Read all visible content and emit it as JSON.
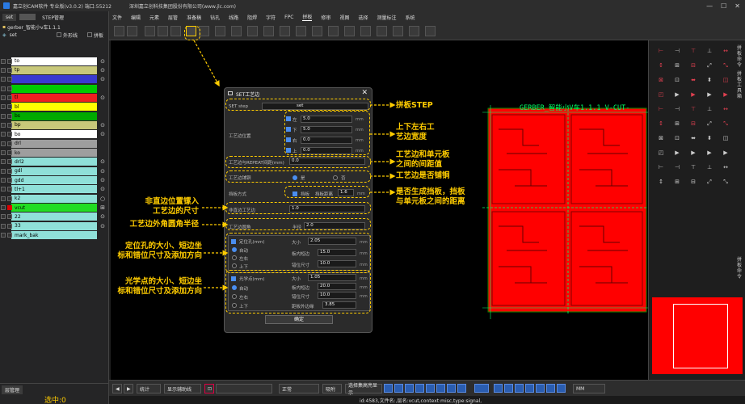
{
  "app": {
    "title": "嘉立创CAM软件 专业版(v3.0.2) 端口:55212",
    "company": "深圳嘉立创科技集团股份有限公司(www.jlc.com)"
  },
  "menu": [
    "文件",
    "编辑",
    "元素",
    "层管",
    "准备稿",
    "钻孔",
    "线路",
    "阻焊",
    "字符",
    "FPC",
    "拼板",
    "修审",
    "视图",
    "选择",
    "测量标注",
    "系统"
  ],
  "left": {
    "tab_set": "set",
    "tab_step": "STEP管理",
    "job": "gerber_智能小v车1.1.1",
    "set_label": "set",
    "outline": "外形线",
    "panel": "拼板",
    "layers": [
      {
        "name": "to",
        "bg": "#ffffff",
        "icon": "⊙"
      },
      {
        "name": "tp",
        "bg": "#c8c87a",
        "icon": "⊙"
      },
      {
        "name": "",
        "bg": "#3a3ad0",
        "icon": "⊙"
      },
      {
        "name": "",
        "bg": "#00cc00",
        "icon": ""
      },
      {
        "name": "tl",
        "bg": "#ee2020",
        "icon": "⊙"
      },
      {
        "name": "bl",
        "bg": "#ffff00",
        "icon": ""
      },
      {
        "name": "bs",
        "bg": "#00aa00",
        "icon": ""
      },
      {
        "name": "bp",
        "bg": "#c8c87a",
        "icon": "⊙"
      },
      {
        "name": "bo",
        "bg": "#ffffff",
        "icon": "⊙"
      },
      {
        "name": "drl",
        "bg": "#9e9e9e",
        "icon": ""
      },
      {
        "name": "ko",
        "bg": "#9e9e9e",
        "icon": ""
      },
      {
        "name": "drl2",
        "bg": "#8fe0d8",
        "icon": "⊙"
      },
      {
        "name": "gdl",
        "bg": "#8fe0d8",
        "icon": "⊙"
      },
      {
        "name": "gdd",
        "bg": "#8fe0d8",
        "icon": "⊙"
      },
      {
        "name": "tl+1",
        "bg": "#8fe0d8",
        "icon": "⊙"
      },
      {
        "name": "k2",
        "bg": "#8fe0d8",
        "icon": "○"
      },
      {
        "name": "vcut",
        "bg": "#22dd22",
        "icon": "⊞"
      },
      {
        "name": "22",
        "bg": "#8fe0d8",
        "icon": "⊙"
      },
      {
        "name": "33",
        "bg": "#8fe0d8",
        "icon": "⊙"
      },
      {
        "name": "mark_bak",
        "bg": "#8fe0d8",
        "icon": ""
      }
    ],
    "bottom_tab": "层管理",
    "selected": "选中:0"
  },
  "dialog": {
    "title": "SET工艺边",
    "set_step_label": "SET step",
    "set_step_value": "set",
    "edge_pos_label": "工艺边位置",
    "edges": [
      {
        "label": "左",
        "value": "5.0"
      },
      {
        "label": "下",
        "value": "5.0"
      },
      {
        "label": "右",
        "value": "0.0"
      },
      {
        "label": "上",
        "value": "0.0"
      }
    ],
    "unit": "mm",
    "repeat_label": "工艺边与REPEAT间距(mm)",
    "repeat_value": "0.0",
    "copper_label": "工艺边铺铜",
    "copper_yes": "是",
    "copper_no": "否",
    "baffle_label": "挡板方式",
    "baffle_opt": "挡板",
    "baffle_dist_label": "挡板距离",
    "baffle_dist_value": "1.6",
    "nonstraight_label": "非直边工艺边",
    "nonstraight_value": "1.0",
    "fillet_label": "工艺边圆角",
    "fillet_sub": "半径",
    "fillet_value": "2.0",
    "loc": {
      "title": "定位孔(mm)",
      "size_label": "大小",
      "size": "2.05",
      "opts": [
        "自动",
        "左右",
        "上下"
      ],
      "short_label": "板内短边",
      "short": "15.0",
      "offset_label": "错位尺寸",
      "offset": "10.0"
    },
    "opt": {
      "title": "光学点(mm)",
      "size_label": "大小",
      "size": "1.05",
      "opts": [
        "自动",
        "左右",
        "上下"
      ],
      "short_label": "板内短边",
      "short": "20.0",
      "offset_label": "错位尺寸",
      "offset": "10.0",
      "edge_label": "距板外边缘",
      "edge": "3.85"
    },
    "ok": "确定"
  },
  "annotations": {
    "a1": "拼板STEP",
    "a2": "上下左右工\n艺边宽度",
    "a3": "工艺边和单元板\n之间的间距值",
    "a4": "工艺边是否铺铜",
    "a5": "是否生成挡板，挡板\n与单元板之间的距离",
    "a6": "非直边位置镙入\n工艺边的尺寸",
    "a7": "工艺边外角圆角半径",
    "a8": "定位孔的大小、短边坐\n标和错位尺寸及添加方向",
    "a9": "光学点的大小、短边坐\n标和错位尺寸及添加方向"
  },
  "pcb_title": "GERBER_智能小V车1.1.1  V-CUT-",
  "rightpanel_side": [
    "拼板命令",
    "拼板工具箱",
    "拼板命令"
  ],
  "bottom": {
    "combo1": "统计",
    "btn1": "显示辅助线",
    "combo2": "正常",
    "btn2": "吸附",
    "btn3": "选择集高亮显示",
    "unit": "MM"
  },
  "status": "id:4583,文件名:,层名:vcut,context:misc,type:signal,",
  "colors": {
    "annotation": "#ffcc00",
    "pcb": "#ff0000",
    "accent": "#4a8ef0"
  }
}
